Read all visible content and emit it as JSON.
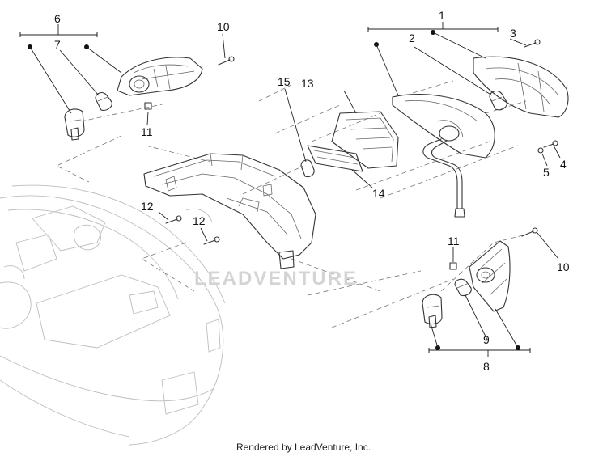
{
  "diagram": {
    "callouts": {
      "c1": "1",
      "c2": "2",
      "c3": "3",
      "c4": "4",
      "c5": "5",
      "c6": "6",
      "c7": "7",
      "c8": "8",
      "c9": "9",
      "c10_top": "10",
      "c10_right": "10",
      "c11_left": "11",
      "c11_right": "11",
      "c12_a": "12",
      "c12_b": "12",
      "c13": "13",
      "c14": "14",
      "c15": "15"
    },
    "watermark": "LEADVENTURE",
    "footer": "Rendered by LeadVenture, Inc."
  }
}
